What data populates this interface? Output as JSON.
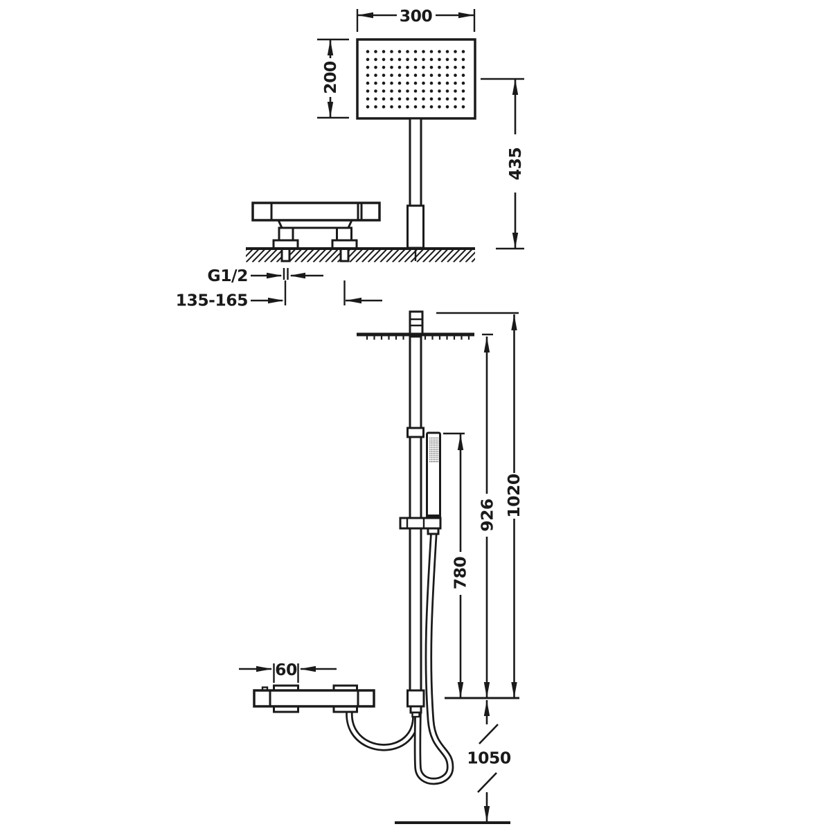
{
  "colors": {
    "line": "#1a1a1a",
    "background": "#ffffff"
  },
  "top_view": {
    "head_width_mm": "300",
    "head_height_mm": "200",
    "head_to_wall_mm": "435",
    "thread_label": "G1/2",
    "inlet_spacing_mm": "135-165"
  },
  "front_view": {
    "bracket_width_mm": "60",
    "handshower_height_mm": "780",
    "head_edge_height_mm": "926",
    "column_height_mm": "1020",
    "valve_center_to_floor_mm": "1050"
  }
}
